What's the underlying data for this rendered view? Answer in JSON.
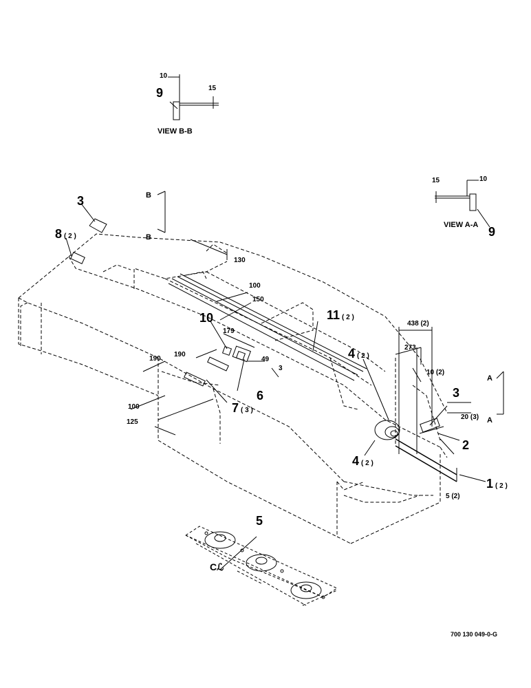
{
  "views": {
    "b": {
      "title": "VIEW B-B",
      "item": "9",
      "dim_a": "10",
      "dim_b": "15"
    },
    "a": {
      "title": "VIEW A-A",
      "item": "9",
      "dim_a": "15",
      "dim_b": "10"
    }
  },
  "section_marks": {
    "b": "B",
    "a": "A"
  },
  "callouts": {
    "c1": {
      "num": "1",
      "qty": "( 2 )"
    },
    "c2": {
      "num": "2"
    },
    "c3_left": {
      "num": "3"
    },
    "c3_right": {
      "num": "3"
    },
    "c4_top": {
      "num": "4",
      "qty": "( 2 )"
    },
    "c4_bottom": {
      "num": "4",
      "qty": "( 2 )"
    },
    "c5": {
      "num": "5"
    },
    "c6": {
      "num": "6"
    },
    "c7": {
      "num": "7",
      "qty": "( 3 )"
    },
    "c8": {
      "num": "8",
      "qty": "( 2 )"
    },
    "c10": {
      "num": "10"
    },
    "c11": {
      "num": "11",
      "qty": "( 2 )"
    }
  },
  "dimensions": {
    "d130": "130",
    "d100_top": "100",
    "d150": "150",
    "d179": "179",
    "d49": "49",
    "d3": "3",
    "d190_a": "190",
    "d190_b": "190",
    "d100_left": "100",
    "d125": "125",
    "d438": "438 (2)",
    "d273": "273",
    "d10_2": "10 (2)",
    "d20_3": "20 (3)",
    "d5_2": "5 (2)"
  },
  "centerline_mark": "Cℒ",
  "drawing_code": "700 130 049-0-G"
}
